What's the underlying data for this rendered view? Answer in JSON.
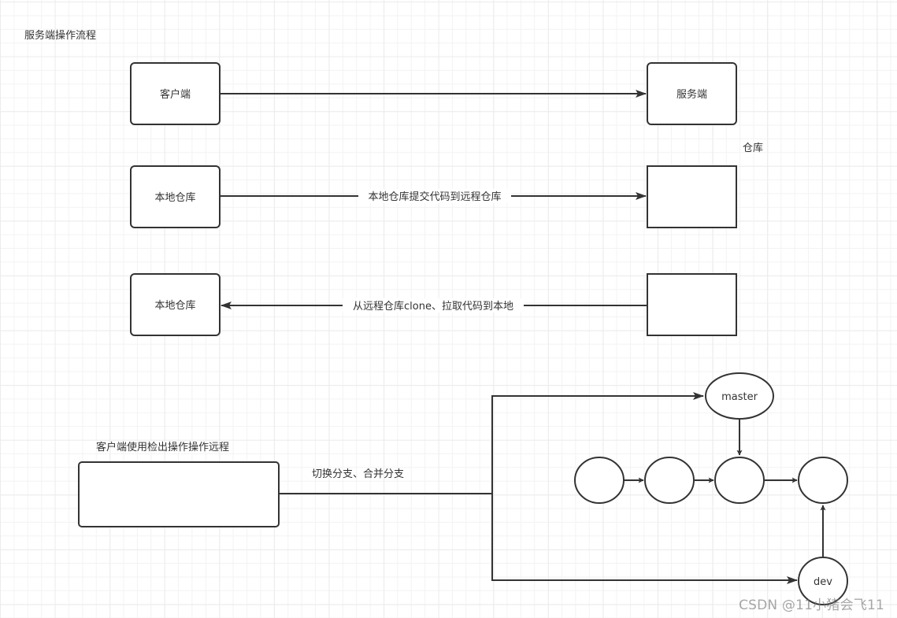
{
  "diagram": {
    "section_titles": {
      "server_flow": "服务端操作流程",
      "client_flow": "客户端使用检出操作操作远程"
    },
    "nodes": {
      "client": "客户端",
      "server": "服务端",
      "warehouse_label": "仓库",
      "local_repo_1": "本地仓库",
      "local_repo_2": "本地仓库",
      "remote_repo_1": "",
      "remote_repo_2": "",
      "client_box": "",
      "master": "master",
      "dev": "dev",
      "commit_1": "",
      "commit_2": "",
      "commit_3": "",
      "commit_4": ""
    },
    "edges": {
      "push": "本地仓库提交代码到远程仓库",
      "pull": "从远程仓库clone、拉取代码到本地",
      "branch_ops": "切换分支、合并分支"
    }
  },
  "watermark": "CSDN @11小猪会飞11"
}
